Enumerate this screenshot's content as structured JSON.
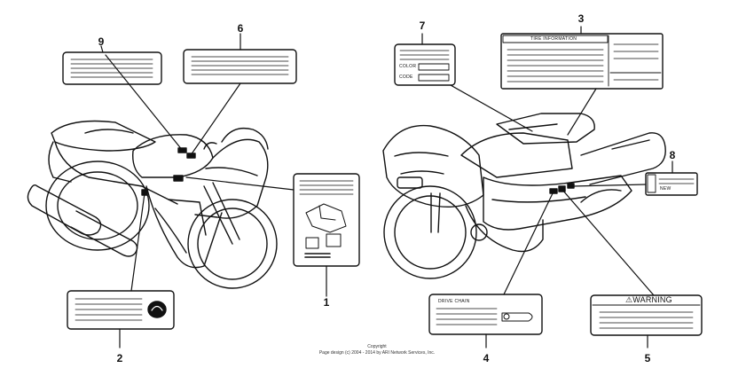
{
  "callouts": {
    "c1": "1",
    "c2": "2",
    "c3": "3",
    "c4": "4",
    "c5": "5",
    "c6": "6",
    "c7": "7",
    "c8": "8",
    "c9": "9"
  },
  "labels": {
    "tire_information": "TIRE INFORMATION",
    "color": "COLOR",
    "code": "CODE",
    "drive_chain": "DRIVE CHAIN",
    "warning": "⚠WARNING",
    "new": "NEW"
  },
  "footer": {
    "copyright": "Copyright",
    "page_design": "Page design (c) 2004 - 2014 by ARI Network Services, Inc."
  }
}
